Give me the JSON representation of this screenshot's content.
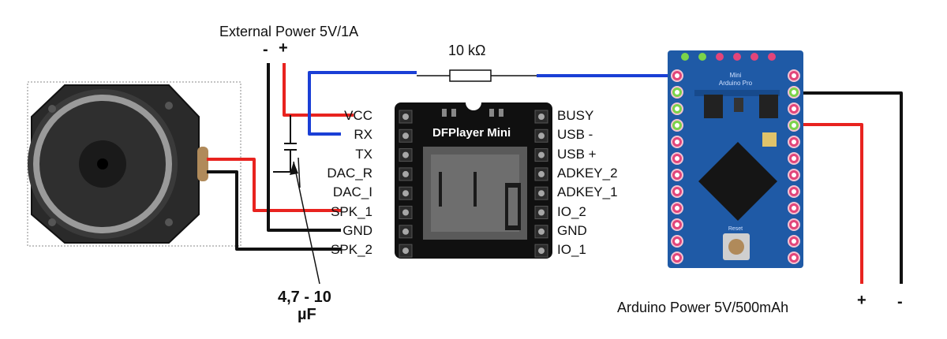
{
  "labels": {
    "external_power": "External Power 5V/1A",
    "ext_minus": "-",
    "ext_plus": "+",
    "resistor": "10 kΩ",
    "cap_value_line1": "4,7 - 10",
    "cap_value_line2": "µF",
    "arduino_power": "Arduino Power 5V/500mAh",
    "ard_plus": "+",
    "ard_minus": "-"
  },
  "dfplayer": {
    "title": "DFPlayer Mini",
    "left_pins": [
      "VCC",
      "RX",
      "TX",
      "DAC_R",
      "DAC_I",
      "SPK_1",
      "GND",
      "SPK_2"
    ],
    "right_pins": [
      "BUSY",
      "USB -",
      "USB +",
      "ADKEY_2",
      "ADKEY_1",
      "IO_2",
      "GND",
      "IO_1"
    ]
  },
  "arduino": {
    "name_line1": "Mini",
    "name_line2": "Arduino Pro",
    "reset_label": "Reset"
  },
  "colors": {
    "wire_red": "#e8231f",
    "wire_black": "#111111",
    "wire_blue": "#1a3fd6",
    "board_black": "#101010",
    "arduino_blue": "#1f5aa6",
    "pin_pink": "#e2457a"
  }
}
